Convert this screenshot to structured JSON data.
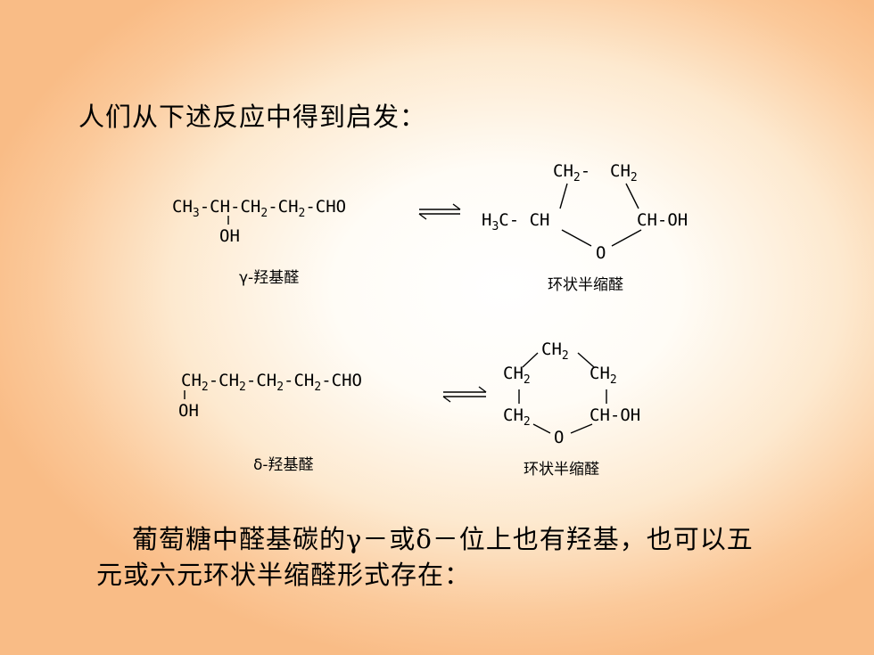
{
  "intro_text": "人们从下述反应中得到启发：",
  "reaction_gamma": {
    "reactant_formula": "CH3-CH-CH2-CH2-CHO",
    "reactant_oh": "OH",
    "reactant_label": "γ-羟基醛",
    "product_label": "环状半缩醛",
    "product_ring_top_left": "CH2",
    "product_ring_top_right": "CH2",
    "product_left_group": "H3C-CH",
    "product_right_group": "CH-OH",
    "product_ring_oxygen": "O"
  },
  "reaction_delta": {
    "reactant_formula": "CH2-CH2-CH2-CH2-CHO",
    "reactant_oh": "OH",
    "reactant_label": "δ-羟基醛",
    "product_label": "环状半缩醛",
    "product_ring_top": "CH2",
    "product_ring_upper_left": "CH2",
    "product_ring_upper_right": "CH2",
    "product_ring_lower_left": "CH2",
    "product_ring_lower_right": "CH-OH",
    "product_ring_oxygen": "O"
  },
  "paragraph": {
    "line1": "葡萄糖中醛基碳的γ－或δ－位上也有羟基，也可以五",
    "line2": "元或六元环状半缩醛形式存在："
  }
}
